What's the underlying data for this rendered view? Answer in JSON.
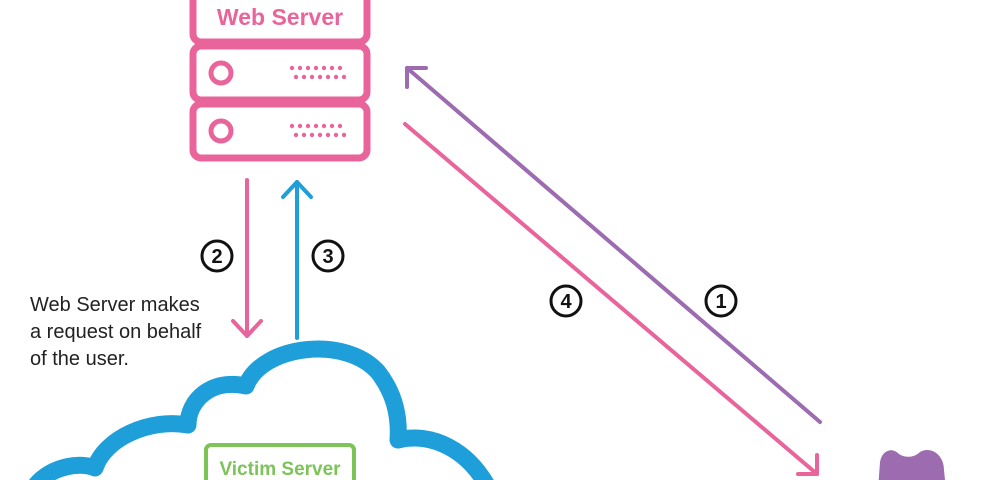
{
  "colors": {
    "web_server": "#e8649b",
    "request_arrow": "#e8649b",
    "response_arrow": "#1e9fda",
    "attacker_arrow": "#9d6bb0",
    "cloud": "#1e9fda",
    "victim_server": "#7cc35a",
    "attacker": "#9d6bb0",
    "text": "#222222"
  },
  "web_server": {
    "label": "Web Server",
    "icons": [
      "power-button-icon",
      "status-dots-icon"
    ]
  },
  "victim_server": {
    "label": "Victim Server"
  },
  "steps": {
    "step1": "1",
    "step2": "2",
    "step3": "3",
    "step4": "4"
  },
  "caption": {
    "line1": "Web Server makes",
    "line2": "a request on behalf",
    "line3": "of the user."
  }
}
